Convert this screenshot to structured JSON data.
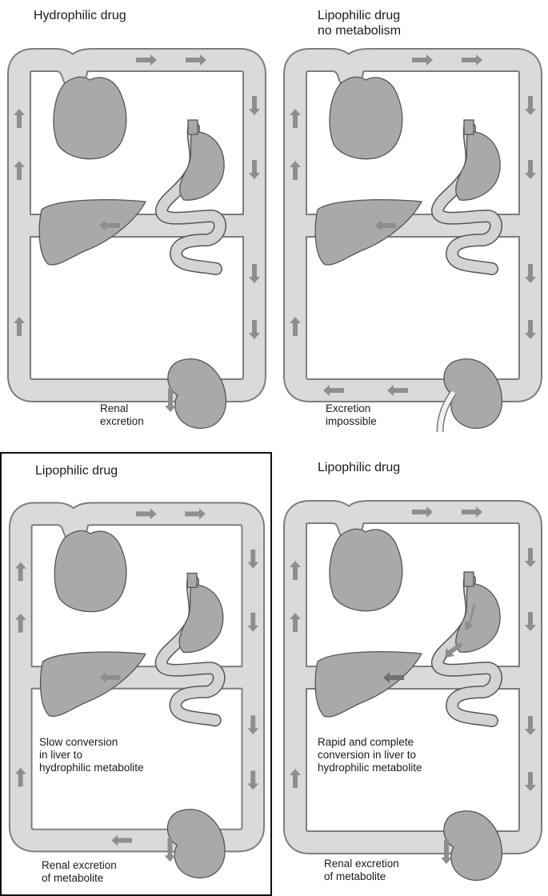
{
  "panels": [
    {
      "title": "Hydrophilic drug",
      "liver_note": "",
      "bottom_note": "Renal\nexcretion",
      "framed": false
    },
    {
      "title": "Lipophilic drug\nno metabolism",
      "liver_note": "",
      "bottom_note": "Excretion\nimpossible",
      "framed": false
    },
    {
      "title": "Lipophilic drug",
      "liver_note": "Slow conversion\nin liver to\nhydrophilic metabolite",
      "bottom_note": "Renal excretion\nof metabolite",
      "framed": true
    },
    {
      "title": "Lipophilic drug",
      "liver_note": "Rapid and complete\nconversion in liver to\nhydrophilic metabolite",
      "bottom_note": "Renal excretion\nof metabolite",
      "framed": false
    }
  ]
}
